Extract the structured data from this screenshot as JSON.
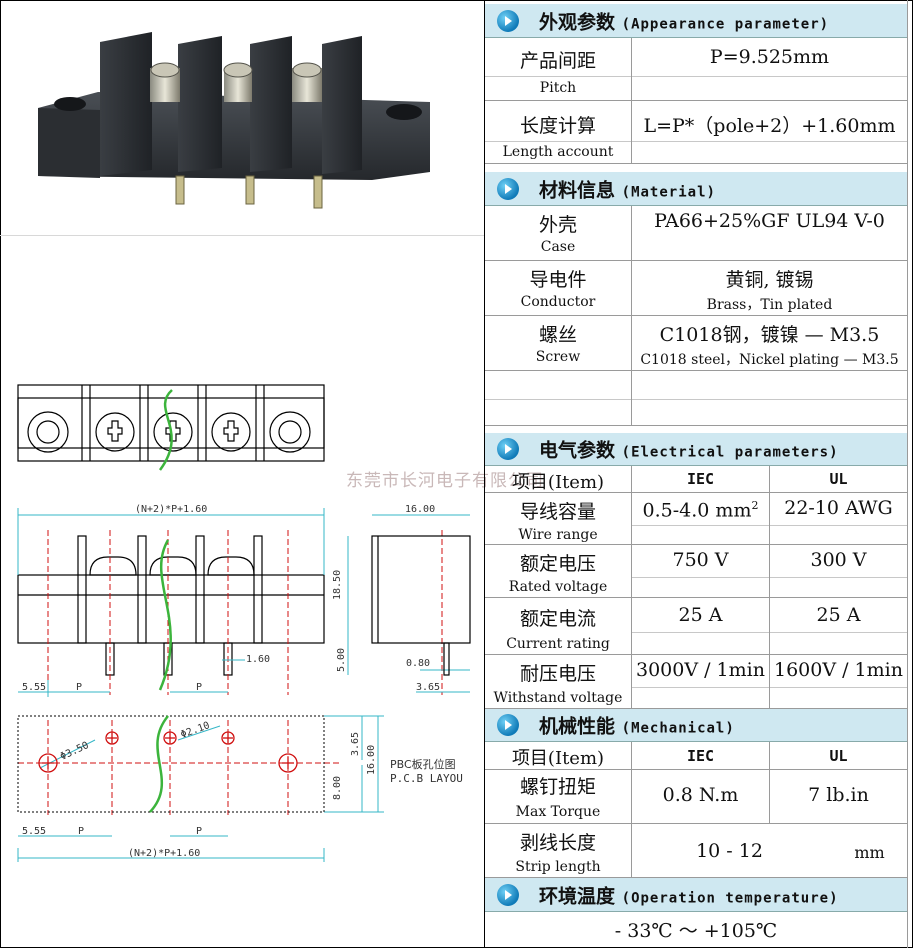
{
  "watermark": "东莞市长河电子有限公司",
  "drawing": {
    "dim_overall_top": "(N+2)*P+1.60",
    "dim_side_width": "16.00",
    "dim_height": "18.50",
    "dim_pin_length": "5.00",
    "dim_pin_width": "1.60",
    "dim_pin_thick": "0.80",
    "dim_side_offset": "3.65",
    "dim_left_edge": "5.55",
    "dim_p1": "P",
    "dim_p2": "P",
    "hole_large": "Φ3.50",
    "hole_small": "Φ2.10",
    "pcb_dim_365": "3.65",
    "pcb_dim_1600": "16.00",
    "pcb_dim_800": "8.00",
    "pcb_left_edge": "5.55",
    "pcb_p1": "P",
    "pcb_p2": "P",
    "pcb_overall": "(N+2)*P+1.60",
    "pcb_label_cn": "PBC板孔位图",
    "pcb_label_en": "P.C.B LAYOU"
  },
  "appearance": {
    "title_cn": "外观参数",
    "title_en": "(Appearance parameter)",
    "pitch_cn": "产品间距",
    "pitch_en": "Pitch",
    "pitch_val": "P=9.525mm",
    "length_cn": "长度计算",
    "length_en": "Length account",
    "length_val": "L=P*（pole+2）+1.60mm"
  },
  "material": {
    "title_cn": "材料信息",
    "title_en": "(Material)",
    "case_cn": "外壳",
    "case_en": "Case",
    "case_val": "PA66+25%GF UL94 V-0",
    "cond_cn": "导电件",
    "cond_en": "Conductor",
    "cond_val_cn": "黄铜, 镀锡",
    "cond_val_en": "Brass，Tin plated",
    "screw_cn": "螺丝",
    "screw_en": "Screw",
    "screw_val_cn": "C1018钢，镀镍 — M3.5",
    "screw_val_en": "C1018 steel，Nickel plating — M3.5"
  },
  "electrical": {
    "title_cn": "电气参数",
    "title_en": "(Electrical parameters)",
    "item_label": "项目(Item)",
    "col_iec": "IEC",
    "col_ul": "UL",
    "wire_cn": "导线容量",
    "wire_en": "Wire range",
    "wire_iec": "0.5-4.0 mm",
    "wire_iec_sup": "2",
    "wire_ul": "22-10  AWG",
    "volt_cn": "额定电压",
    "volt_en": "Rated voltage",
    "volt_iec": "750 V",
    "volt_ul": "300 V",
    "curr_cn": "额定电流",
    "curr_en": "Current rating",
    "curr_iec": "25  A",
    "curr_ul": "25  A",
    "with_cn": "耐压电压",
    "with_en": "Withstand voltage",
    "with_iec": "3000V / 1min",
    "with_ul": "1600V / 1min"
  },
  "mechanical": {
    "title_cn": "机械性能",
    "title_en": "(Mechanical)",
    "item_label": "项目(Item)",
    "col_iec": "IEC",
    "col_ul": "UL",
    "torque_cn": "螺钉扭矩",
    "torque_en": "Max Torque",
    "torque_iec": "0.8  N.m",
    "torque_ul": "7 lb.in",
    "strip_cn": "剥线长度",
    "strip_en": "Strip length",
    "strip_val": "10 - 12",
    "strip_unit": "mm"
  },
  "temperature": {
    "title_cn": "环境温度",
    "title_en": "(Operation temperature)",
    "value": "- 33℃  ～ +105℃"
  }
}
